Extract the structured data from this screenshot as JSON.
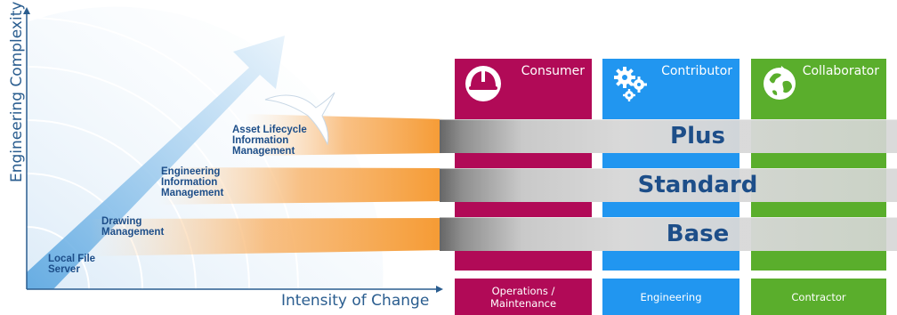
{
  "axes": {
    "y_label": "Engineering Complexity",
    "x_label": "Intensity of Change"
  },
  "stages": [
    {
      "label": "Local File\nServer"
    },
    {
      "label": "Drawing\nManagement"
    },
    {
      "label": "Engineering\nInformation\nManagement"
    },
    {
      "label": "Asset Lifecycle\nInformation\nManagement"
    }
  ],
  "columns": [
    {
      "title": "Consumer",
      "footer": "Operations /\nMaintenance",
      "color": "#b10a57",
      "icon": "hard-hat-icon"
    },
    {
      "title": "Contributor",
      "footer": "Engineering",
      "color": "#2196f0",
      "icon": "gears-icon"
    },
    {
      "title": "Collaborator",
      "footer": "Contractor",
      "color": "#5aae2c",
      "icon": "globe-icon"
    }
  ],
  "tiers": [
    {
      "label": "Plus"
    },
    {
      "label": "Standard"
    },
    {
      "label": "Base"
    }
  ],
  "colors": {
    "axis": "#2a5d8f",
    "label_text": "#1d4e89",
    "beam": "#f7a64b",
    "arrow": "#cfe6f7"
  }
}
